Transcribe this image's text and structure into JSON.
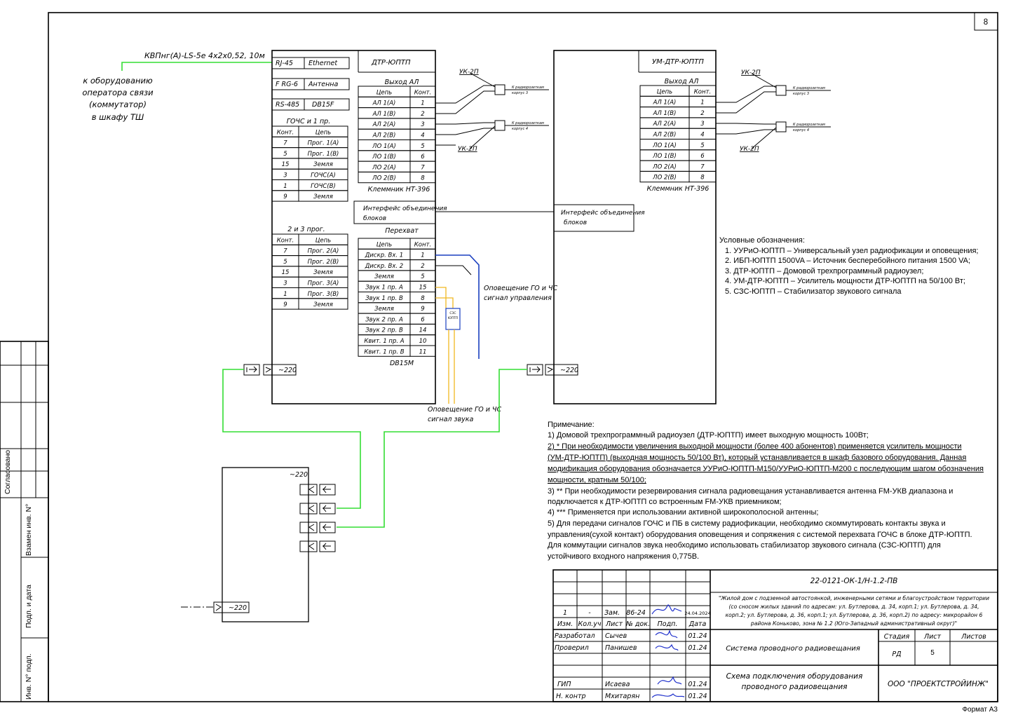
{
  "sheet": {
    "number": "8",
    "format": "Формат А3",
    "side_labels": [
      "Согласовано",
      "Взамен инв. N°",
      "Подп. и дата",
      "Инв. N° подп."
    ]
  },
  "cable": {
    "label": "КВПнг(А)-LS-5e 4х2х0,52, 10м",
    "operator_lines": [
      "к оборудованию",
      "оператора связи",
      "(коммутатор)",
      "в шкафу ТШ"
    ]
  },
  "dtr": {
    "title": "ДТР-ЮПТП",
    "ports": [
      [
        "RJ-45",
        "Ethernet"
      ],
      [
        "F RG-6",
        "Антенна"
      ],
      [
        "RS-485",
        "DB15F"
      ]
    ],
    "gochs_title": "ГОЧС и 1 пр.",
    "gochs_headers": [
      "Конт.",
      "Цепь"
    ],
    "gochs_rows": [
      [
        "7",
        "Прог. 1(А)"
      ],
      [
        "5",
        "Прог. 1(В)"
      ],
      [
        "15",
        "Земля"
      ],
      [
        "3",
        "ГОЧС(А)"
      ],
      [
        "1",
        "ГОЧС(В)"
      ],
      [
        "9",
        "Земля"
      ]
    ],
    "prog23_title": "2 и 3 прог.",
    "prog23_headers": [
      "Конт.",
      "Цепь"
    ],
    "prog23_rows": [
      [
        "7",
        "Прог. 2(А)"
      ],
      [
        "5",
        "Прог. 2(В)"
      ],
      [
        "15",
        "Земля"
      ],
      [
        "3",
        "Прог. 3(А)"
      ],
      [
        "1",
        "Прог. 3(В)"
      ],
      [
        "9",
        "Земля"
      ]
    ],
    "out_title": "Выход АЛ",
    "out_headers": [
      "Цепь",
      "Конт."
    ],
    "out_rows": [
      [
        "АЛ 1(А)",
        "1"
      ],
      [
        "АЛ 1(В)",
        "2"
      ],
      [
        "АЛ 2(А)",
        "3"
      ],
      [
        "АЛ 2(В)",
        "4"
      ],
      [
        "ЛО 1(А)",
        "5"
      ],
      [
        "ЛО 1(В)",
        "6"
      ],
      [
        "ЛО 2(А)",
        "7"
      ],
      [
        "ЛО 2(В)",
        "8"
      ]
    ],
    "terminal": "Клеммник НТ-396",
    "interface": "Интерфейс объединения блоков",
    "intercept_title": "Перехват",
    "intercept_headers": [
      "Цепь",
      "Конт."
    ],
    "intercept_rows": [
      [
        "Дискр. Вх. 1",
        "1"
      ],
      [
        "Дискр. Вх. 2",
        "2"
      ],
      [
        "Земля",
        "5"
      ],
      [
        "Звук 1 пр. А",
        "15"
      ],
      [
        "Звук 1 пр. В",
        "8"
      ],
      [
        "Земля",
        "9"
      ],
      [
        "Звук 2 пр. А",
        "6"
      ],
      [
        "Звук 2 пр. В",
        "14"
      ],
      [
        "Квит. 1 пр. А",
        "10"
      ],
      [
        "Квит. 1 пр. В",
        "11"
      ]
    ],
    "connector": "DB15M",
    "power": "~220"
  },
  "um": {
    "title": "УМ-ДТР-ЮПТП",
    "out_title": "Выход АЛ",
    "out_headers": [
      "Цепь",
      "Конт."
    ],
    "out_rows": [
      [
        "АЛ 1(А)",
        "1"
      ],
      [
        "АЛ 1(В)",
        "2"
      ],
      [
        "АЛ 2(А)",
        "3"
      ],
      [
        "АЛ 2(В)",
        "4"
      ],
      [
        "ЛО 1(А)",
        "5"
      ],
      [
        "ЛО 1(В)",
        "6"
      ],
      [
        "ЛО 2(А)",
        "7"
      ],
      [
        "ЛО 2(В)",
        "8"
      ]
    ],
    "terminal": "Клеммник НТ-396",
    "interface": "Интерфейс объединения блоков",
    "power": "~220"
  },
  "radio": {
    "uk": "УК-2П",
    "socket_lines_3": [
      "К радиорозеткам",
      "корпус 3"
    ],
    "socket_lines_4": [
      "К радиорозеткам",
      "корпус 4"
    ]
  },
  "signals": {
    "control": [
      "Оповещение ГО и ЧС",
      "сигнал управления"
    ],
    "sound": [
      "Оповещение ГО и ЧС",
      "сигнал звука"
    ],
    "szs": [
      "СЗС",
      "ЮПТП"
    ]
  },
  "ups": {
    "top": "~220",
    "input": "~220"
  },
  "legend": {
    "title": "Условные обозначения:",
    "items": [
      "1.  УУРиО-ЮПТП – Универсальный узел радиофикации и оповещения;",
      "2.  ИБП-ЮПТП 1500VA – Источник бесперебойного питания 1500 VA;",
      "3.  ДТР-ЮПТП – Домовой трехпрограммный радиоузел;",
      "4.  УМ-ДТР-ЮПТП – Усилитель мощности ДТР-ЮПТП на 50/100 Вт;",
      "5.  СЗС-ЮПТП – Стабилизатор звукового сигнала"
    ]
  },
  "notes": {
    "title": "Примечание:",
    "lines": [
      "1) Домовой трехпрограммный радиоузел (ДТР-ЮПТП) имеет выходную мощность 100Вт;",
      "2) * При необходимости увеличения выходной мощности (более 400 абонентов) применяется усилитель мощности",
      "(УМ-ДТР-ЮПТП) (выходная мощность 50/100 Вт), который устанавливается в шкаф базового оборудования. Данная",
      "модификация оборудования обозначается УУРиО-ЮПТП-М150/УУРиО-ЮПТП-М200 с последующим шагом обозначения",
      "мощности, кратным 50/100;",
      "3) ** При необходимости резервирования сигнала радиовещания устанавливается антенна FM-УКВ диапазона и",
      "подключается к ДТР-ЮПТП со встроенным FM-УКВ приемником;",
      "4) *** Применяется при использовании активной широкополосной антенны;",
      "5) Для передачи сигналов ГОЧС и ПБ в систему радиофикации, необходимо скоммутировать контакты звука и",
      "управления(сухой контакт) оборудования оповещения и сопряжения с системой перехвата ГОЧС в блоке ДТР-ЮПТП.",
      "Для коммутации сигналов звука необходимо использовать стабилизатор звукового сигнала (СЗС-ЮПТП) для",
      "устойчивого входного напряжения 0,775В."
    ]
  },
  "stamp": {
    "code": "22-0121-ОК-1/Н-1.2-ПВ",
    "project": [
      "\"Жилой дом с подземной автостоянкой, инженерными сетями и благоустройством территории",
      "(со сносом жилых зданий по адресам: ул. Бутлерова, д. 34, корп.1; ул. Бутлерова, д. 34,",
      "корп.2; ул. Бутлерова, д. 36, корп.1; ул. Бутлерова, д. 36, корп.2) по адресу: микрорайон 6",
      "района Коньково, зона № 1.2 (Юго-Западный административный округ)\""
    ],
    "change_row": [
      "1",
      "-",
      "Зам.",
      "86-24",
      "",
      "24.04.2024"
    ],
    "headers": [
      "Изм.",
      "Кол.уч",
      "Лист",
      "№ док.",
      "Подп.",
      "Дата"
    ],
    "roles": [
      [
        "Разработал",
        "Сычев",
        "01.24"
      ],
      [
        "Проверил",
        "Панишев",
        "01.24"
      ],
      [
        "",
        "",
        ""
      ],
      [
        "ГИП",
        "Исаева",
        "01.24"
      ],
      [
        "Н. контр",
        "Мхитарян",
        "01.24"
      ]
    ],
    "system": "Система проводного радиовещания",
    "sheet_headers": [
      "Стадия",
      "Лист",
      "Листов"
    ],
    "stage": "РД",
    "sheet_no": "5",
    "sheets_total": "",
    "title_lines": [
      "Схема подключения оборудования",
      "проводного радиовещания"
    ],
    "company": "ООО \"ПРОЕКТСТРОЙИНЖ\""
  }
}
